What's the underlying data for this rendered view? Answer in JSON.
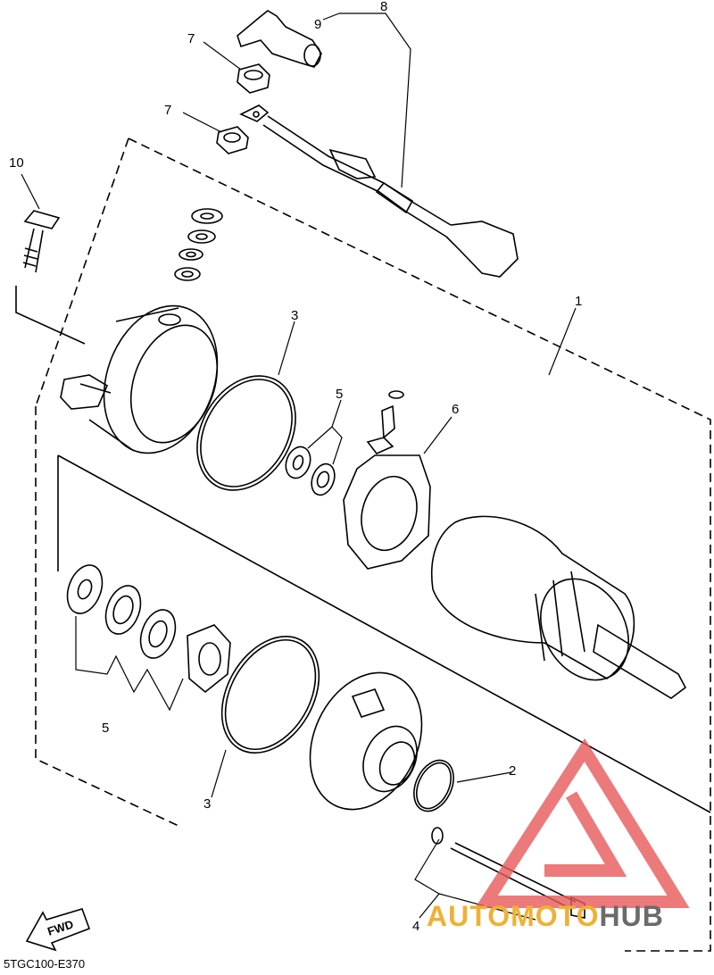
{
  "diagram": {
    "drawing_code": "5TGC100-E370",
    "fwd_label": "FWD",
    "callouts": [
      {
        "id": "c1",
        "label": "1"
      },
      {
        "id": "c2",
        "label": "2"
      },
      {
        "id": "c3a",
        "label": "3"
      },
      {
        "id": "c3b",
        "label": "3"
      },
      {
        "id": "c4",
        "label": "4"
      },
      {
        "id": "c5a",
        "label": "5"
      },
      {
        "id": "c5b",
        "label": "5"
      },
      {
        "id": "c6",
        "label": "6"
      },
      {
        "id": "c7a",
        "label": "7"
      },
      {
        "id": "c7b",
        "label": "7"
      },
      {
        "id": "c8",
        "label": "8"
      },
      {
        "id": "c9",
        "label": "9"
      },
      {
        "id": "c10",
        "label": "10"
      }
    ]
  },
  "watermark": {
    "part1": "AUTOMOTO",
    "part2": "HUB",
    "color_triangle": "#e85a5a",
    "color_part1": "#f0b033",
    "color_part2": "#6b6b6b"
  }
}
